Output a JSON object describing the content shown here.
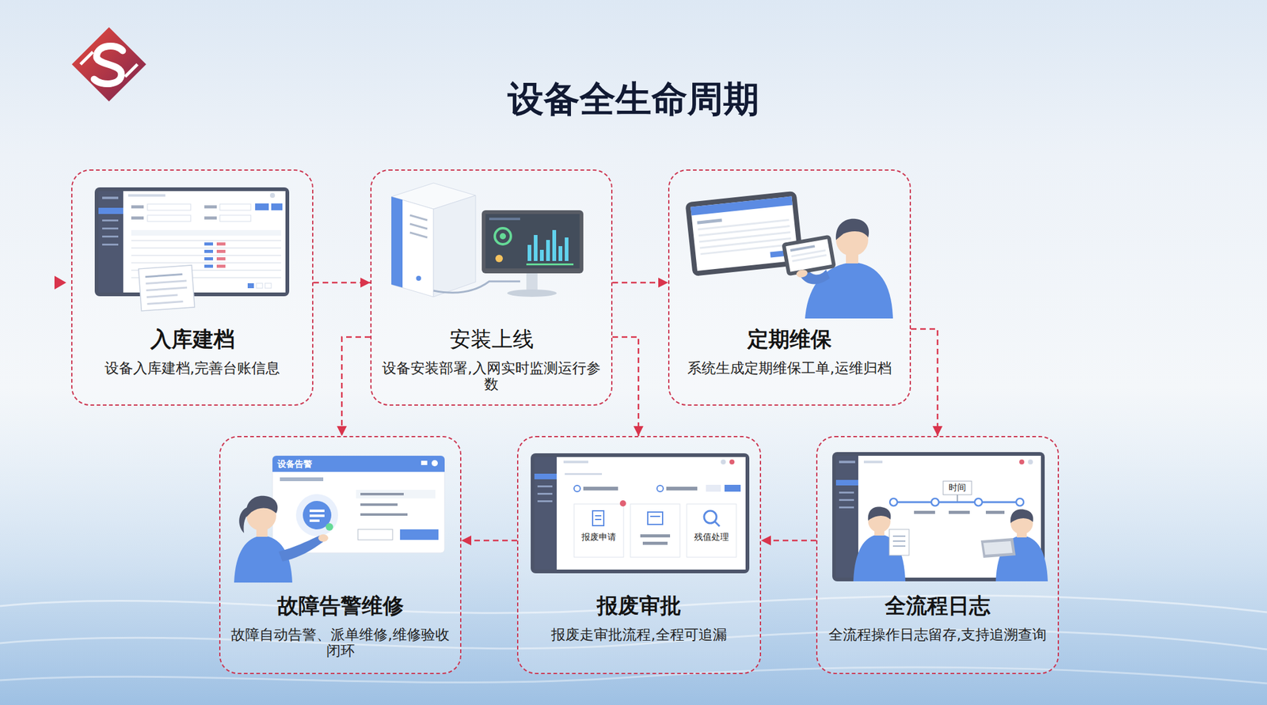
{
  "diagram": {
    "title": "设备全生命周期",
    "nodes": [
      {
        "text": [
          "入库建档",
          "设备入库建档,完善台账信息"
        ]
      },
      {
        "text": [
          "安装上线",
          "设备安装部署,入网实时监测运行参数"
        ]
      },
      {
        "text": [
          "定期维保",
          "系统生成定期维保工单,运维归档"
        ]
      },
      {
        "text": [
          "故障告警维修",
          "故障自动告警、派单维修,维修验收闭环"
        ]
      },
      {
        "text": [
          "报废审批",
          "报废走审批流程,全程可追漏"
        ]
      },
      {
        "text": [
          "全流程日志",
          "全流程操作日志留存,支持追溯查询"
        ]
      }
    ],
    "edges": [
      {
        "from": 0,
        "to": 1,
        "arrow": "to"
      },
      {
        "from": 1,
        "to": 2,
        "arrow": "to"
      },
      {
        "from": 1,
        "to": 3,
        "arrow": "to"
      },
      {
        "from": 1,
        "to": 4,
        "arrow": "to"
      },
      {
        "from": 2,
        "to": 5,
        "arrow": "to"
      },
      {
        "from": 5,
        "to": 4,
        "arrow": "to"
      },
      {
        "from": 4,
        "to": 3,
        "arrow": "to"
      }
    ],
    "labels": [
      "设备告警",
      "报废申请",
      "残值处理",
      "时间"
    ]
  }
}
